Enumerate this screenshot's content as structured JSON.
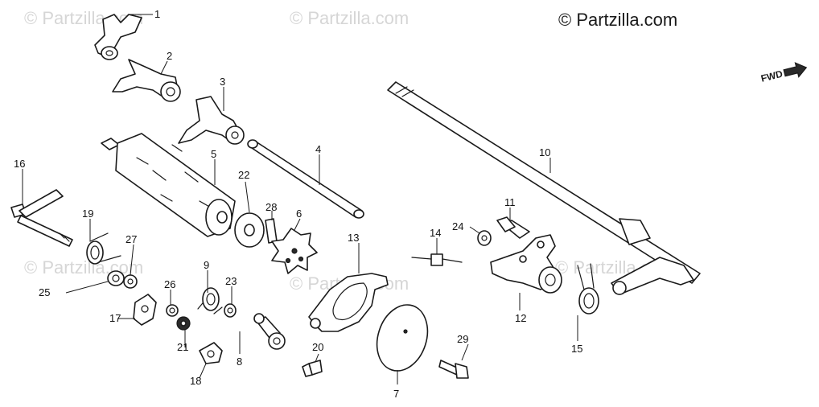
{
  "copyright": "© Partzilla.com",
  "watermark": "© Partzilla.com",
  "direction_label": "FWD",
  "callouts": {
    "c1": "1",
    "c2": "2",
    "c3": "3",
    "c4": "4",
    "c5": "5",
    "c6": "6",
    "c7": "7",
    "c8": "8",
    "c9": "9",
    "c10": "10",
    "c11": "11",
    "c12": "12",
    "c13": "13",
    "c14": "14",
    "c15": "15",
    "c16": "16",
    "c17": "17",
    "c18": "18",
    "c19": "19",
    "c20": "20",
    "c21": "21",
    "c22": "22",
    "c23": "23",
    "c24": "24",
    "c25": "25",
    "c26": "26",
    "c27": "27",
    "c28": "28",
    "c29": "29"
  }
}
